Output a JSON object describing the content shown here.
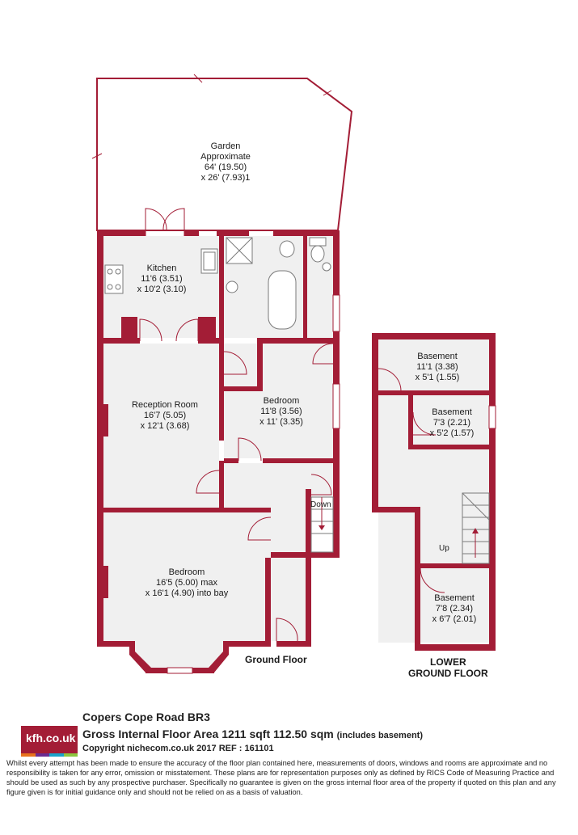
{
  "colors": {
    "wall": "#a31d36",
    "floor": "#f0f0f0",
    "fixture": "#7a7a7a"
  },
  "rooms": [
    {
      "id": "garden",
      "name": "Garden",
      "lines": [
        "Approximate",
        "64' (19.50)",
        "x 26' (7.93)1"
      ]
    },
    {
      "id": "kitchen",
      "name": "Kitchen",
      "lines": [
        "11'6 (3.51)",
        "x 10'2 (3.10)"
      ]
    },
    {
      "id": "reception",
      "name": "Reception Room",
      "lines": [
        "16'7 (5.05)",
        "x 12'1 (3.68)"
      ]
    },
    {
      "id": "bedroom-rear",
      "name": "Bedroom",
      "lines": [
        "11'8 (3.56)",
        "x 11' (3.35)"
      ]
    },
    {
      "id": "bedroom-front",
      "name": "Bedroom",
      "lines": [
        "16'5 (5.00) max",
        "x 16'1 (4.90) into bay"
      ]
    },
    {
      "id": "basement-1",
      "name": "Basement",
      "lines": [
        "11'1 (3.38)",
        "x 5'1 (1.55)"
      ]
    },
    {
      "id": "basement-2",
      "name": "Basement",
      "lines": [
        "7'3 (2.21)",
        "x 5'2 (1.57)"
      ]
    },
    {
      "id": "basement-3",
      "name": "Basement",
      "lines": [
        "7'8 (2.34)",
        "x 6'7 (2.01)"
      ]
    }
  ],
  "stairs": {
    "down_label": "Down",
    "up_label": "Up"
  },
  "floors": {
    "ground": "Ground Floor",
    "lower_line1": "LOWER",
    "lower_line2": "GROUND FLOOR"
  },
  "footer": {
    "logo_text": "kfh.co.uk",
    "logo_bar_colors": [
      "#e8731c",
      "#6a2c91",
      "#1aa3c9",
      "#8cc63f"
    ],
    "address": "Copers Cope Road  BR3",
    "gia_label": "Gross Internal Floor Area 1211 sqft 112.50 sqm",
    "gia_note": "(includes basement)",
    "copyright": "Copyright nichecom.co.uk 2017 REF : 161101",
    "disclaimer": "Whilst every attempt has been made to ensure the accuracy of the floor plan contained here, measurements of doors, windows and rooms are approximate and no responsibility is taken for any error, omission or misstatement.  These plans are for representation purposes only as defined by RICS Code of Measuring Practice and should be used as such by any prospective purchaser.  Specifically no guarantee is given on the gross internal floor area of the property if quoted on this plan and any figure given is for initial guidance only and should not be relied on as a basis of valuation."
  }
}
